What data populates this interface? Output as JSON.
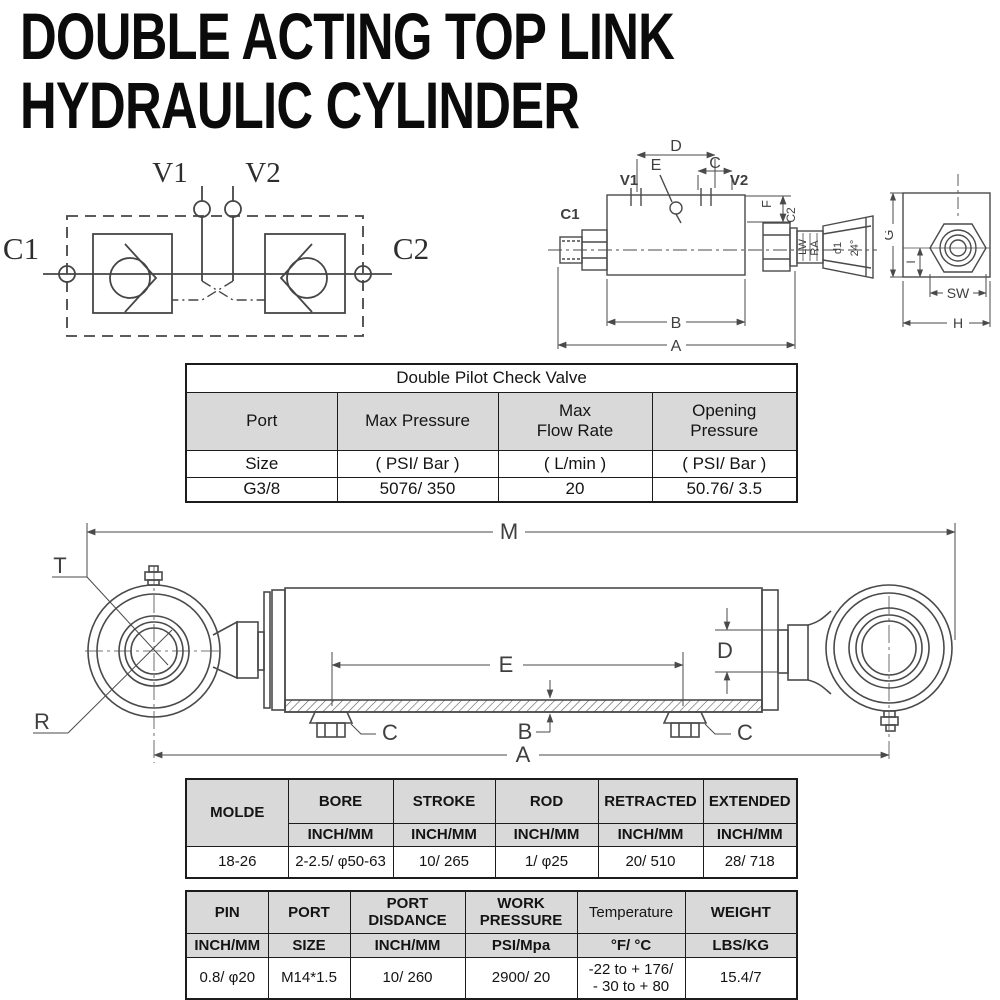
{
  "title": {
    "line1": "DOUBLE ACTING TOP LINK",
    "line2": "HYDRAULIC CYLINDER"
  },
  "schematic": {
    "v1": "V1",
    "v2": "V2",
    "c1": "C1",
    "c2": "C2"
  },
  "side_view": {
    "c1": "C1",
    "v1": "V1",
    "v2": "V2",
    "e": "E",
    "d": "D",
    "c": "C",
    "f": "F",
    "c2": "C2",
    "lw": "LW",
    "ra": "RA",
    "d1": "d1",
    "angle": "24°",
    "b": "B",
    "a": "A"
  },
  "end_view": {
    "g": "G",
    "i": "I",
    "sw": "SW",
    "h": "H"
  },
  "cylinder": {
    "m": "M",
    "t": "T",
    "r": "R",
    "e": "E",
    "d": "D",
    "b": "B",
    "c_left": "C",
    "c_right": "C",
    "a": "A"
  },
  "valve_table": {
    "title": "Double Pilot Check Valve",
    "columns": [
      {
        "name": "Port",
        "sub": "Size",
        "value": "G3/8"
      },
      {
        "name": "Max Pressure",
        "sub": "( PSI/ Bar )",
        "value": "5076/ 350"
      },
      {
        "name": "Max\nFlow Rate",
        "sub": "( L/min )",
        "value": "20"
      },
      {
        "name": "Opening\nPressure",
        "sub": "( PSI/ Bar )",
        "value": "50.76/ 3.5"
      }
    ]
  },
  "size_table": {
    "columns": [
      {
        "header": "MOLDE",
        "unit": "",
        "value": "18-26"
      },
      {
        "header": "BORE",
        "unit": "INCH/MM",
        "value": "2-2.5/ φ50-63"
      },
      {
        "header": "STROKE",
        "unit": "INCH/MM",
        "value": "10/ 265"
      },
      {
        "header": "ROD",
        "unit": "INCH/MM",
        "value": "1/ φ25"
      },
      {
        "header": "RETRACTED",
        "unit": "INCH/MM",
        "value": "20/ 510"
      },
      {
        "header": "EXTENDED",
        "unit": "INCH/MM",
        "value": "28/ 718"
      }
    ]
  },
  "detail_table": {
    "columns": [
      {
        "header": "PIN",
        "unit": "INCH/MM",
        "value": "0.8/ φ20"
      },
      {
        "header": "PORT",
        "unit": "SIZE",
        "value": "M14*1.5"
      },
      {
        "header": "PORT\nDISDANCE",
        "unit": "INCH/MM",
        "value": "10/ 260"
      },
      {
        "header": "WORK\nPRESSURE",
        "unit": "PSI/Mpa",
        "value": "2900/ 20"
      },
      {
        "header": "Temperature",
        "unit": "°F/ °C",
        "value": "-22 to + 176/\n- 30 to + 80"
      },
      {
        "header": "WEIGHT",
        "unit": "LBS/KG",
        "value": "15.4/7"
      }
    ]
  },
  "colors": {
    "header_bg": "#d9d9d9",
    "table_border": "#1c1c1c",
    "line": "#4a4a4a",
    "title": "#0b0b0b"
  }
}
